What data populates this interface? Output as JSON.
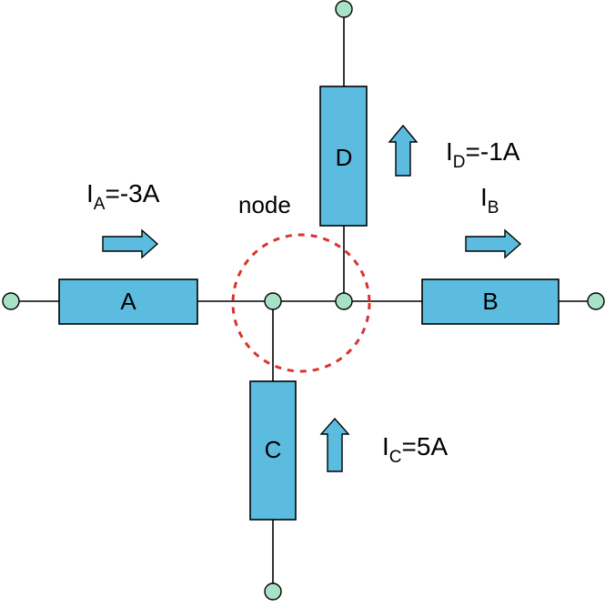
{
  "colors": {
    "resistor_fill": "#5bbcdf",
    "arrow_fill": "#5bbcdf",
    "terminal_fill": "#a8e2c6",
    "node_circle": "#d8332f"
  },
  "node_label": "node",
  "resistors": {
    "A": {
      "label": "A"
    },
    "B": {
      "label": "B"
    },
    "C": {
      "label": "C"
    },
    "D": {
      "label": "D"
    }
  },
  "currents": {
    "A": {
      "symbol": "I",
      "subscript": "A",
      "value": "=-3A"
    },
    "B": {
      "symbol": "I",
      "subscript": "B",
      "value": ""
    },
    "C": {
      "symbol": "I",
      "subscript": "C",
      "value": "=5A"
    },
    "D": {
      "symbol": "I",
      "subscript": "D",
      "value": "=-1A"
    }
  }
}
